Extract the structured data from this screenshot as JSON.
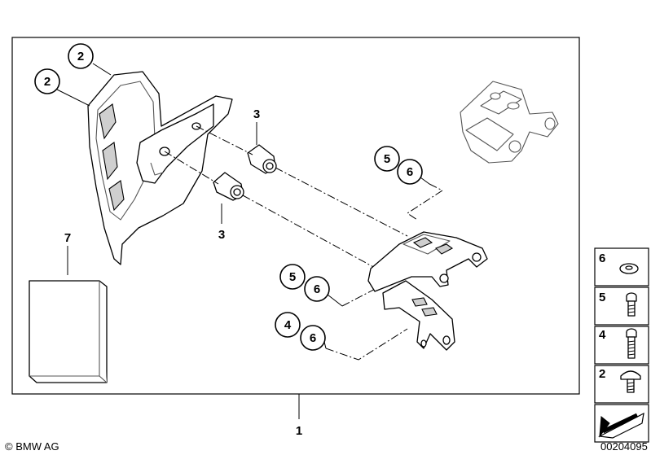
{
  "callouts": {
    "bracket_cover_top": "2",
    "bracket_cover_left": "2",
    "bushing_top": "3",
    "bushing_bottom": "3",
    "pos5_top": "5",
    "pos6_top": "6",
    "pos5_mid": "5",
    "pos6_mid": "6",
    "pos4_bottom": "4",
    "pos6_bottom": "6",
    "manual": "7",
    "assembly": "1"
  },
  "legend": {
    "items": [
      {
        "number": "6",
        "icon": "washer-icon"
      },
      {
        "number": "5",
        "icon": "short-screw-icon"
      },
      {
        "number": "4",
        "icon": "long-screw-icon"
      },
      {
        "number": "2",
        "icon": "pan-head-screw-icon"
      }
    ],
    "arrow_icon": "direction-arrow-icon"
  },
  "footer": {
    "copyright": "© BMW AG",
    "diagram_number": "00204095"
  }
}
